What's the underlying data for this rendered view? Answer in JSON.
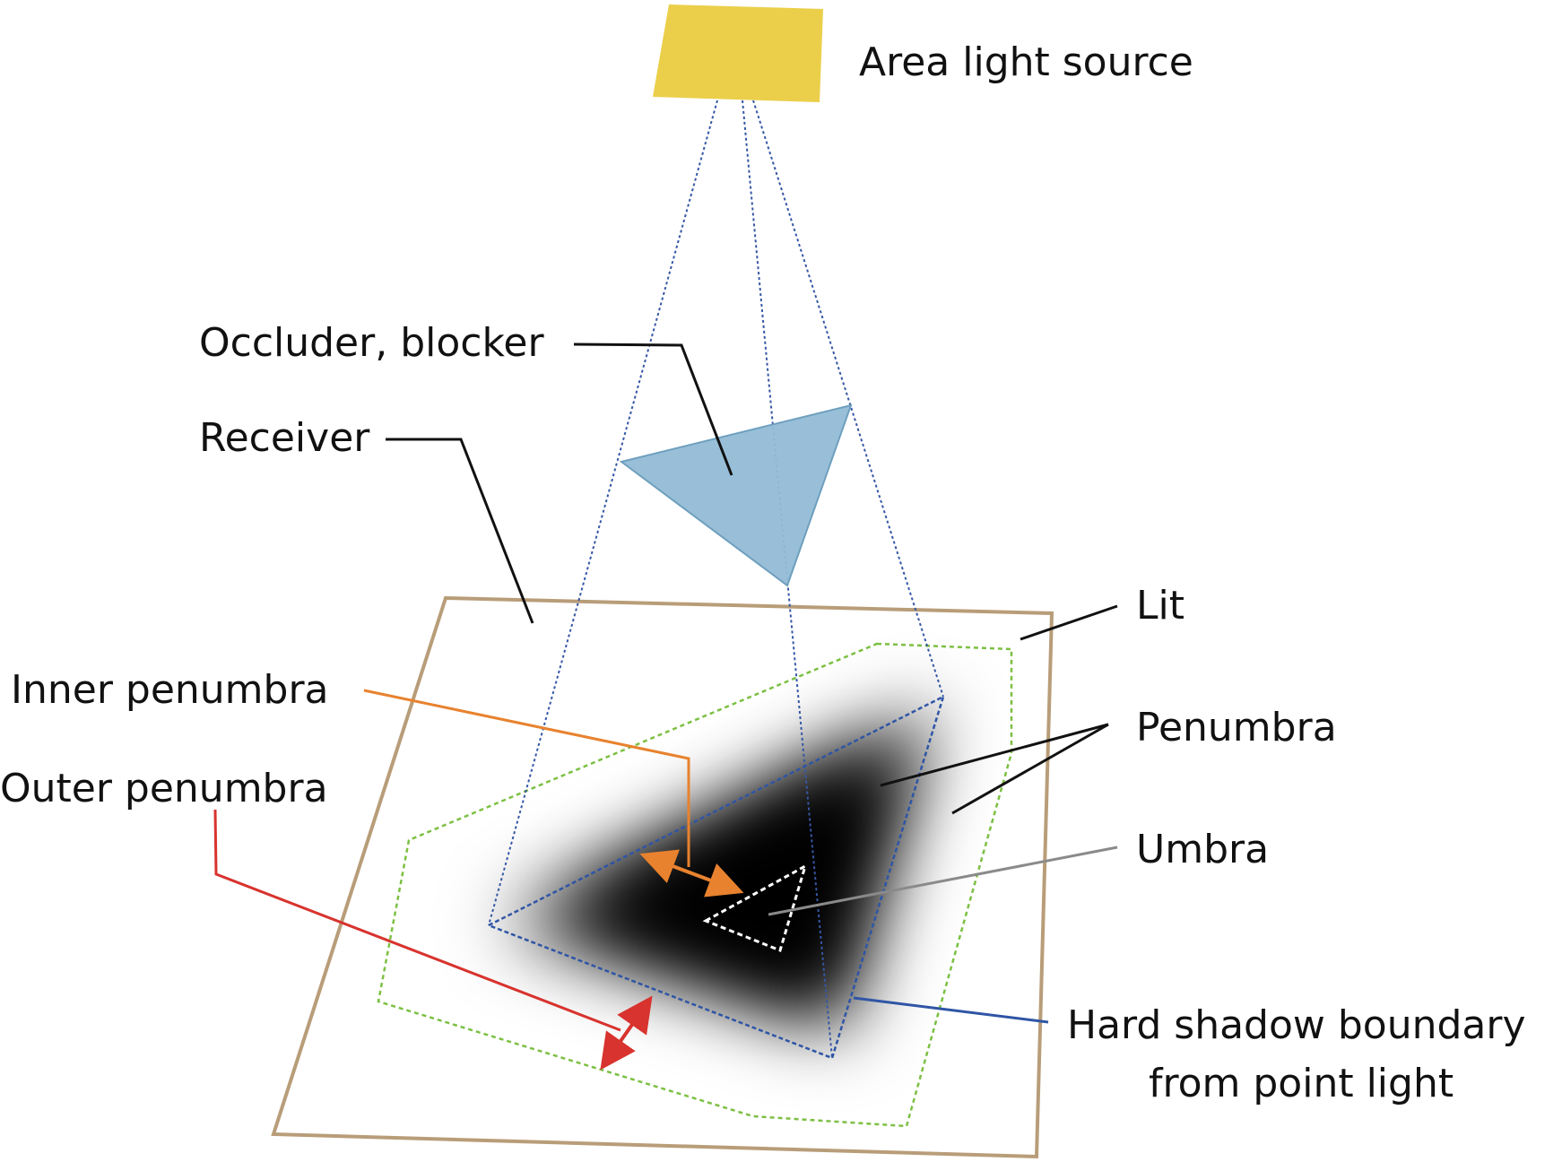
{
  "labels": {
    "area_light_source": "Area light source",
    "occluder": "Occluder, blocker",
    "receiver": "Receiver",
    "lit": "Lit",
    "inner_penumbra": "Inner penumbra",
    "outer_penumbra": "Outer penumbra",
    "penumbra": "Penumbra",
    "umbra": "Umbra",
    "hard_shadow_line1": "Hard shadow boundary",
    "hard_shadow_line2": "from point light"
  },
  "colors": {
    "light_source": "#ebcf4a",
    "occluder": "#93bcd6",
    "receiver_border": "#b89d79",
    "outer_boundary": "#7cc043",
    "inner_penumbra_marker": "#e8822e",
    "outer_penumbra_marker": "#d8332e",
    "hard_shadow_boundary": "#2f55a5",
    "umbra_leader": "#8a8a8a"
  }
}
